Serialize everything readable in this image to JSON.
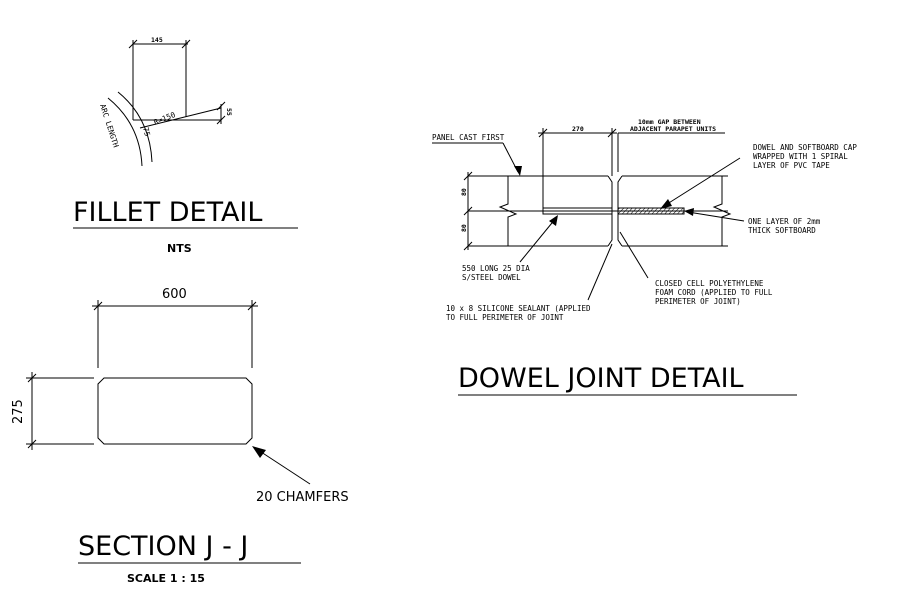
{
  "fillet": {
    "dim_width": "145",
    "radius": "R=150",
    "dim_arc": "75",
    "dim_height": "55",
    "arc_length_label": "ARC LENGTH",
    "title": "FILLET DETAIL",
    "scale": "NTS"
  },
  "section": {
    "dim_width": "600",
    "dim_height": "275",
    "chamfer_label": "20 CHAMFERS",
    "title": "SECTION J - J",
    "scale": "SCALE 1 : 15"
  },
  "dowel": {
    "dim_top": "270",
    "dim_left_upper": "80",
    "dim_left_lower": "80",
    "gap_label_line1": "10mm GAP BETWEEN",
    "gap_label_line2": "ADJACENT PARAPET UNITS",
    "panel_label": "PANEL CAST FIRST",
    "cap_label_line1": "DOWEL AND SOFTBOARD CAP",
    "cap_label_line2": "WRAPPED WITH 1 SPIRAL",
    "cap_label_line3": "LAYER OF PVC TAPE",
    "softboard_line1": "ONE LAYER OF 2mm",
    "softboard_line2": "THICK SOFTBOARD",
    "dowel_line1": "550 LONG 25 DIA",
    "dowel_line2": "S/STEEL DOWEL",
    "sealant_line1": "10 x 8 SILICONE SEALANT (APPLIED",
    "sealant_line2": "TO FULL PERIMETER OF JOINT",
    "cord_line1": "CLOSED CELL POLYETHYLENE",
    "cord_line2": "FOAM CORD (APPLIED TO FULL",
    "cord_line3": "PERIMETER OF JOINT)",
    "title": "DOWEL JOINT DETAIL"
  }
}
